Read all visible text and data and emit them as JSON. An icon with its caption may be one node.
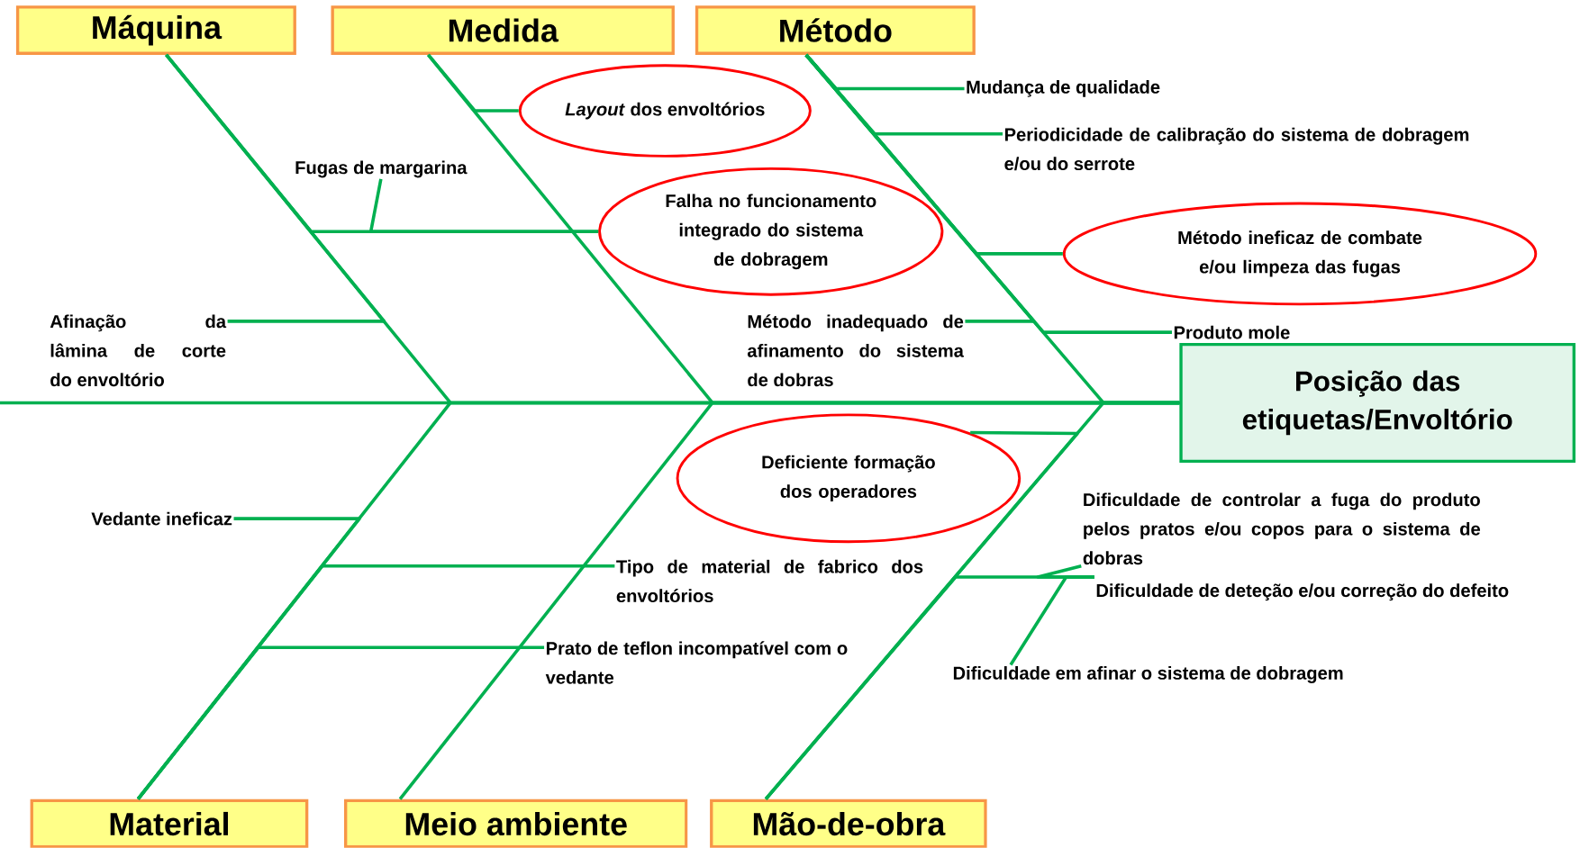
{
  "diagram": {
    "nodes": [
      {
        "text": [
          "Máquina"
        ]
      },
      {
        "text": [
          "Medida"
        ]
      },
      {
        "text": [
          "Método"
        ]
      },
      {
        "text": [
          "Mudança de qualidade"
        ]
      },
      {
        "text": [
          "*Layout* dos envoltórios"
        ]
      },
      {
        "text": [
          "Periodicidade de calibração do sistema de dobragem e/ou do serrote"
        ]
      },
      {
        "text": [
          "Fugas de margarina"
        ]
      },
      {
        "text": [
          "Falha no funcionamento integrado do sistema de dobragem"
        ]
      },
      {
        "text": [
          "Método ineficaz de combate e/ou limpeza das fugas"
        ]
      },
      {
        "text": [
          "Afinação da lâmina de corte do envoltório"
        ]
      },
      {
        "text": [
          "Método inadequado de afinamento do sistema de dobras"
        ]
      },
      {
        "text": [
          "Produto mole"
        ]
      },
      {
        "text": [
          "Posição das etiquetas/Envoltório"
        ]
      },
      {
        "text": [
          "Deficiente formação dos operadores"
        ]
      },
      {
        "text": [
          "Dificuldade de controlar a fuga do produto pelos pratos e/ou copos para o sistema de dobras"
        ]
      },
      {
        "text": [
          "Vedante ineficaz"
        ]
      },
      {
        "text": [
          "Tipo de material de fabrico dos envoltórios"
        ]
      },
      {
        "text": [
          "Dificuldade de deteção e/ou correção do defeito"
        ]
      },
      {
        "text": [
          "Prato de teflon incompatível com o vedante"
        ]
      },
      {
        "text": [
          "Dificuldade em afinar o sistema de dobragem"
        ]
      },
      {
        "text": [
          "Material"
        ]
      },
      {
        "text": [
          "Meio ambiente"
        ]
      },
      {
        "text": [
          "Mão-de-obra"
        ]
      }
    ],
    "edges": [
      {
        "from": null,
        "to": 12,
        "arrow": "none"
      },
      {
        "from": 0,
        "to": 12,
        "arrow": "none"
      },
      {
        "from": 1,
        "to": 12,
        "arrow": "none"
      },
      {
        "from": 2,
        "to": 12,
        "arrow": "none"
      },
      {
        "from": 20,
        "to": 12,
        "arrow": "none"
      },
      {
        "from": 21,
        "to": 12,
        "arrow": "none"
      },
      {
        "from": 22,
        "to": 12,
        "arrow": "none"
      },
      {
        "from": 3,
        "to": 2,
        "arrow": "none"
      },
      {
        "from": 4,
        "to": 1,
        "arrow": "none"
      },
      {
        "from": 5,
        "to": 2,
        "arrow": "none"
      },
      {
        "from": 6,
        "to": 7,
        "arrow": "none"
      },
      {
        "from": 7,
        "to": 0,
        "arrow": "none"
      },
      {
        "from": 8,
        "to": 2,
        "arrow": "none"
      },
      {
        "from": 9,
        "to": 0,
        "arrow": "none"
      },
      {
        "from": 10,
        "to": 2,
        "arrow": "none"
      },
      {
        "from": 11,
        "to": 2,
        "arrow": "none"
      },
      {
        "from": 13,
        "to": 22,
        "arrow": "none"
      },
      {
        "from": 14,
        "to": 17,
        "arrow": "none"
      },
      {
        "from": 15,
        "to": 20,
        "arrow": "none"
      },
      {
        "from": 16,
        "to": 20,
        "arrow": "none"
      },
      {
        "from": 17,
        "to": 22,
        "arrow": "none"
      },
      {
        "from": 18,
        "to": 20,
        "arrow": "none"
      },
      {
        "from": 19,
        "to": 17,
        "arrow": "none"
      }
    ]
  }
}
